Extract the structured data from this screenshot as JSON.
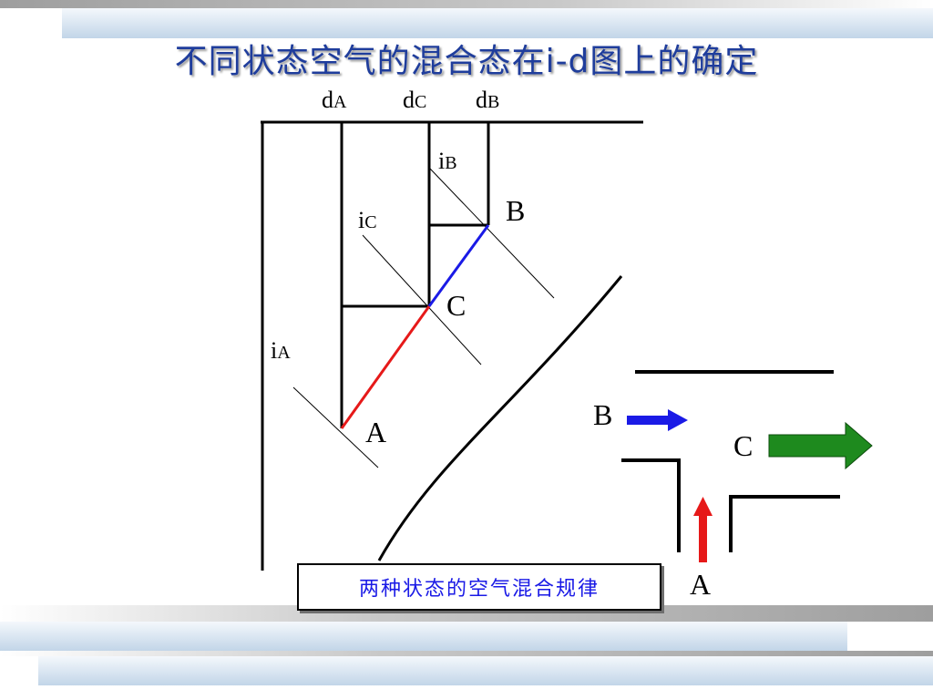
{
  "title": "不同状态空气的混合态在i-d图上的确定",
  "caption": "两种状态的空气混合规律",
  "diagram": {
    "axis_labels": {
      "dA": {
        "main": "d",
        "sub": "A"
      },
      "dC": {
        "main": "d",
        "sub": "C"
      },
      "dB": {
        "main": "d",
        "sub": "B"
      }
    },
    "enthalpy_labels": {
      "iA": {
        "main": "i",
        "sub": "A"
      },
      "iC": {
        "main": "i",
        "sub": "C"
      },
      "iB": {
        "main": "i",
        "sub": "B"
      }
    },
    "points": {
      "A": "A",
      "B": "B",
      "C": "C"
    },
    "mixing_legend": {
      "B": "B",
      "C": "C",
      "A": "A"
    }
  },
  "colors": {
    "title": "#1f3d9c",
    "caption": "#1a1ae6",
    "segment_AC": "#e61919",
    "segment_CB": "#1a1ae6",
    "arrow_A": "#e61919",
    "arrow_B": "#1a1ae6",
    "arrow_C": "#1e8a1e"
  }
}
